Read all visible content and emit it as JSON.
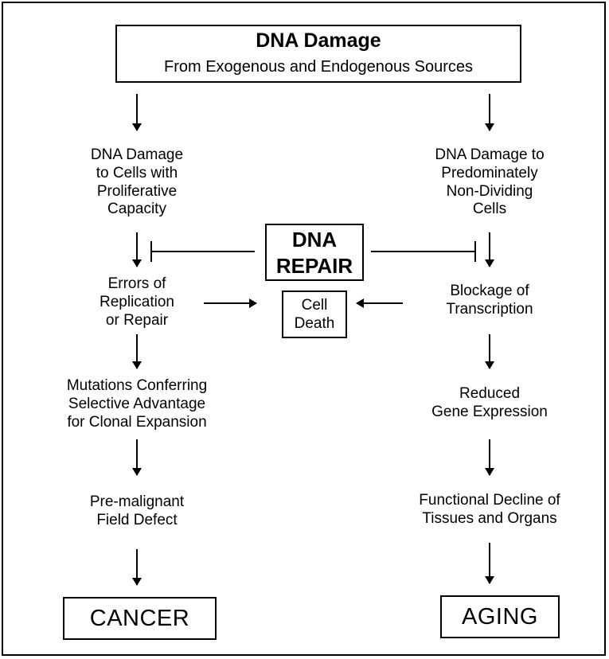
{
  "top_box": {
    "title": "DNA Damage",
    "subtitle": "From Exogenous and Endogenous Sources"
  },
  "left_column": {
    "step1": "DNA Damage\nto Cells with\nProliferative\nCapacity",
    "step2": "Errors of\nReplication\nor Repair",
    "step3": "Mutations Conferring\nSelective Advantage\nfor Clonal Expansion",
    "step4": "Pre-malignant\nField Defect",
    "outcome": "CANCER"
  },
  "right_column": {
    "step1": "DNA Damage to\nPredominately\nNon-Dividing\nCells",
    "step2": "Blockage of\nTranscription",
    "step3": "Reduced\nGene Expression",
    "step4": "Functional Decline of\nTissues and Organs",
    "outcome": "AGING"
  },
  "center": {
    "repair": "DNA\nREPAIR",
    "cell_death": "Cell\nDeath"
  }
}
